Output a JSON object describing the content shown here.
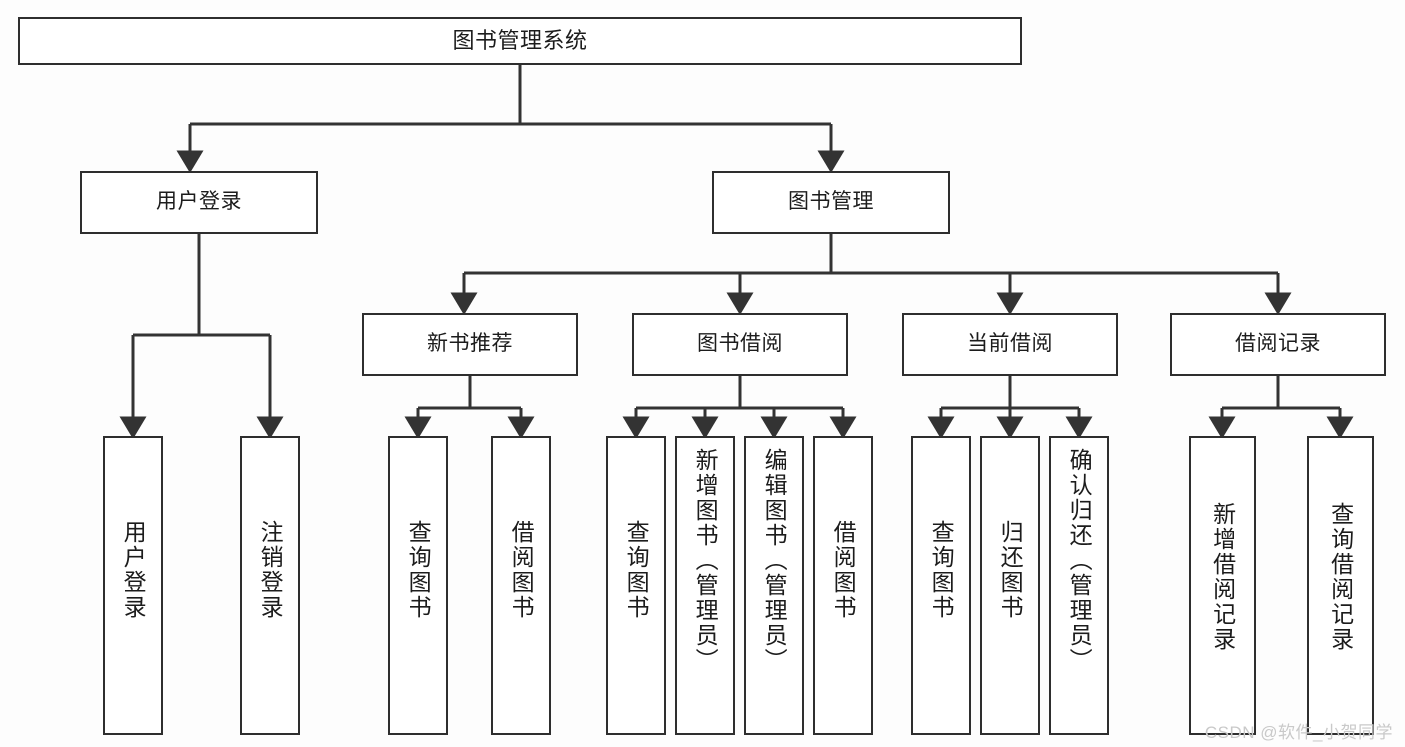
{
  "diagram": {
    "title": "图书管理系统",
    "type": "tree",
    "watermark": "CSDN @软件_小贺同学",
    "colors": {
      "border": "#2e2e2e",
      "node_fill": "#ffffff",
      "text": "#1c1c1c",
      "connector": "#333333",
      "background": "#fdfdfd",
      "watermark": "#c9c9c9"
    },
    "nodes": {
      "root": {
        "label": "图书管理系统"
      },
      "level1": [
        {
          "label": "用户登录"
        },
        {
          "label": "图书管理"
        }
      ],
      "level2": [
        {
          "label": "新书推荐"
        },
        {
          "label": "图书借阅"
        },
        {
          "label": "当前借阅"
        },
        {
          "label": "借阅记录"
        }
      ],
      "leaves": {
        "user_login": [
          {
            "label": "用户登录"
          },
          {
            "label": "注销登录"
          }
        ],
        "new_book": [
          {
            "label": "查询图书"
          },
          {
            "label": "借阅图书"
          }
        ],
        "borrow_book": [
          {
            "label": "查询图书"
          },
          {
            "label": "新增图书（管理员）"
          },
          {
            "label": "编辑图书（管理员）"
          },
          {
            "label": "借阅图书"
          }
        ],
        "current_borrow": [
          {
            "label": "查询图书"
          },
          {
            "label": "归还图书"
          },
          {
            "label": "确认归还（管理员）"
          }
        ],
        "borrow_record": [
          {
            "label": "新增借阅记录"
          },
          {
            "label": "查询借阅记录"
          }
        ]
      }
    }
  }
}
